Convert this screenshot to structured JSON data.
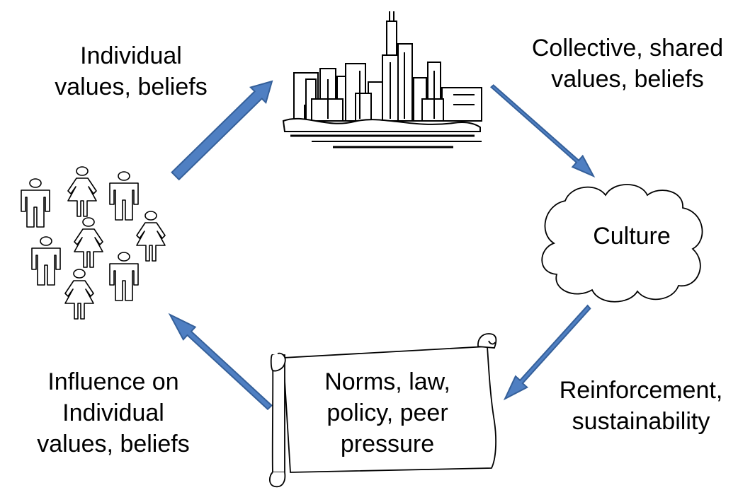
{
  "labels": {
    "individual_values": "Individual\nvalues, beliefs",
    "collective_values": "Collective, shared\nvalues, beliefs",
    "culture": "Culture",
    "reinforcement": "Reinforcement,\nsustainability",
    "norms": "Norms, law,\npolicy, peer\npressure",
    "influence": "Influence on\nIndividual\nvalues, beliefs"
  },
  "nodes": [
    {
      "id": "people",
      "icon": "people-group-icon"
    },
    {
      "id": "city",
      "icon": "city-skyline-icon"
    },
    {
      "id": "culture",
      "icon": "cloud-icon"
    },
    {
      "id": "norms",
      "icon": "scroll-icon"
    }
  ],
  "arrows": [
    {
      "from": "people",
      "to": "city"
    },
    {
      "from": "city",
      "to": "culture"
    },
    {
      "from": "culture",
      "to": "norms"
    },
    {
      "from": "norms",
      "to": "people"
    }
  ],
  "colors": {
    "arrow_fill": "#4F7FC2",
    "arrow_stroke": "#35609A",
    "line": "#000000",
    "background": "#FFFFFF"
  }
}
